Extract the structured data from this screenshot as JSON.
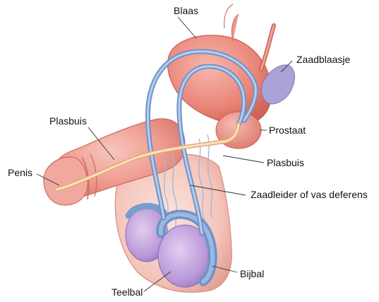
{
  "diagram": {
    "labels": {
      "blaas": "Blaas",
      "zaadblaasje": "Zaadblaasje",
      "plasbuis_top": "Plasbuis",
      "prostaat": "Prostaat",
      "penis": "Penis",
      "plasbuis_right": "Plasbuis",
      "zaadleider": "Zaadleider of vas deferens",
      "bijbal": "Bijbal",
      "teelbal": "Teelbal"
    }
  }
}
